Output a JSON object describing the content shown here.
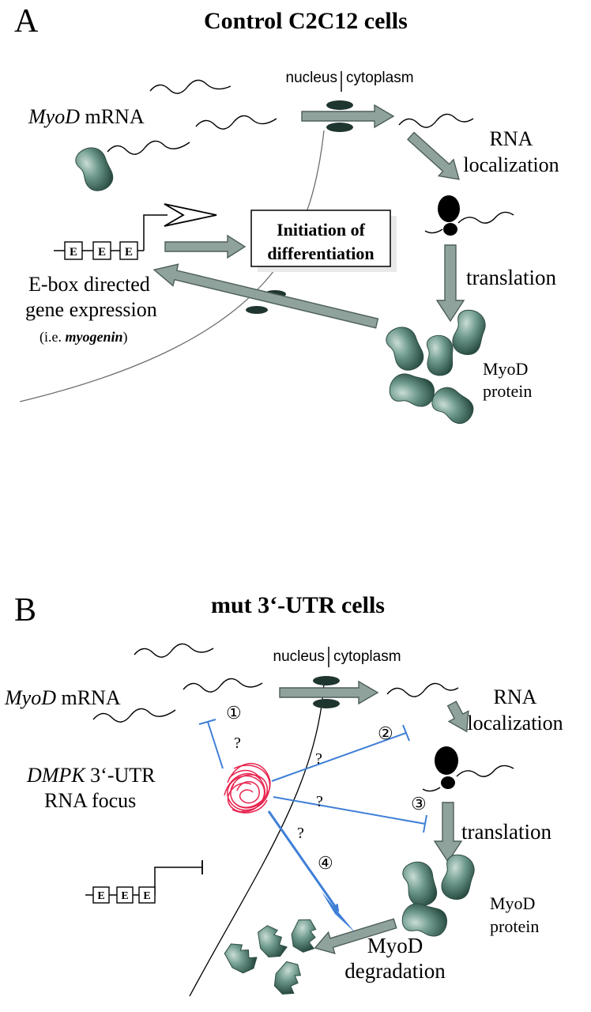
{
  "panel_a": {
    "letter": "A",
    "title": "Control C2C12 cells",
    "nucleus": "nucleus",
    "cytoplasm": "cytoplasm",
    "mrna_gene": "MyoD",
    "mrna_word": " mRNA",
    "rna": "RNA",
    "localization": "localization",
    "initiation_line1": "Initiation of",
    "initiation_line2": "differentiation",
    "translation": "translation",
    "ebox_line1": "E-box directed",
    "ebox_line2": "gene expression",
    "ie_open": "(i.e. ",
    "ie_gene": "myogenin",
    "ie_close": ")",
    "protein_line1": "MyoD",
    "protein_line2": "protein",
    "ebox_letter": "E"
  },
  "panel_b": {
    "letter": "B",
    "title": "mut 3‘-UTR cells",
    "nucleus": "nucleus",
    "cytoplasm": "cytoplasm",
    "mrna_gene": "MyoD",
    "mrna_word": " mRNA",
    "rna": "RNA",
    "localization": "localization",
    "focus_gene": "DMPK",
    "focus_rest": " 3‘-UTR",
    "focus_line2": "RNA focus",
    "translation": "translation",
    "protein_line1": "MyoD",
    "protein_line2": "protein",
    "degradation_line1": "MyoD",
    "degradation_line2": "degradation",
    "question": "?",
    "step1": "①",
    "step2": "②",
    "step3": "③",
    "step4": "④",
    "ebox_letter": "E"
  },
  "colors": {
    "arrow_fill": "#8fa39c",
    "arrow_stroke": "#4d5e58",
    "protein": "#6f9a8e",
    "inhibition_blue": "#3f7fd6",
    "rna_focus": "#e8244f",
    "ink": "#000000"
  }
}
